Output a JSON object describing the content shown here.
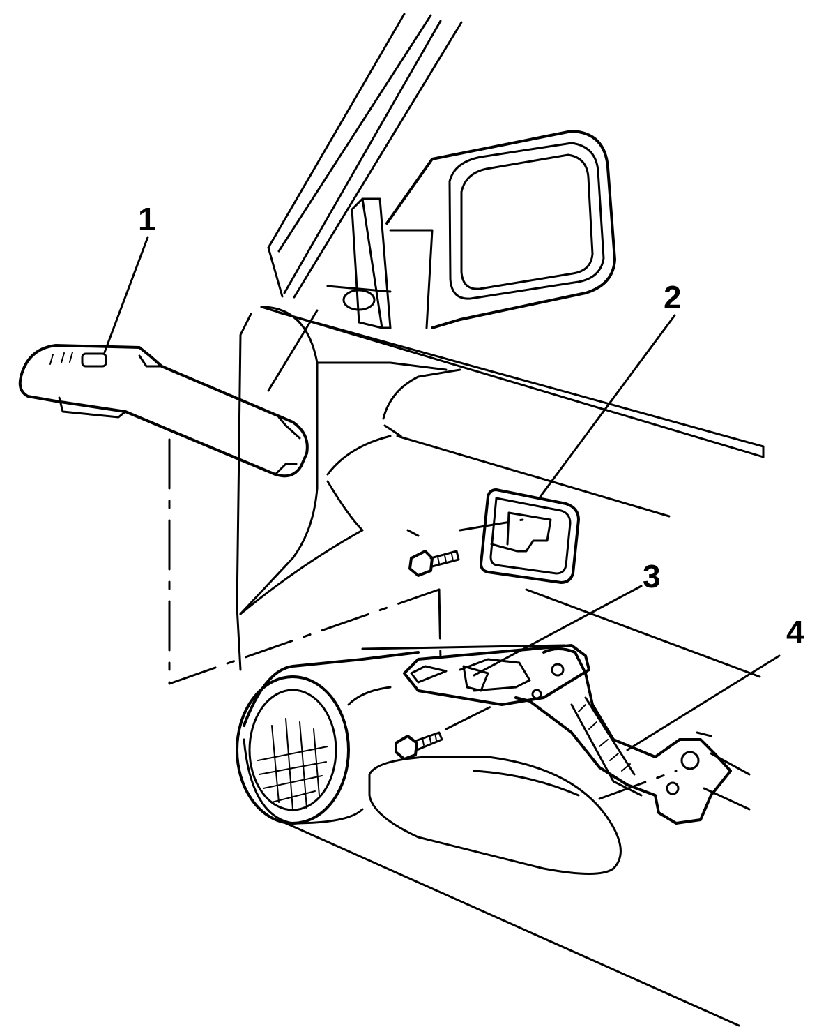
{
  "callouts": [
    {
      "number": "1"
    },
    {
      "number": "2"
    },
    {
      "number": "3"
    },
    {
      "number": "4"
    }
  ],
  "colors": {
    "line": "#000000",
    "background": "#ffffff"
  }
}
